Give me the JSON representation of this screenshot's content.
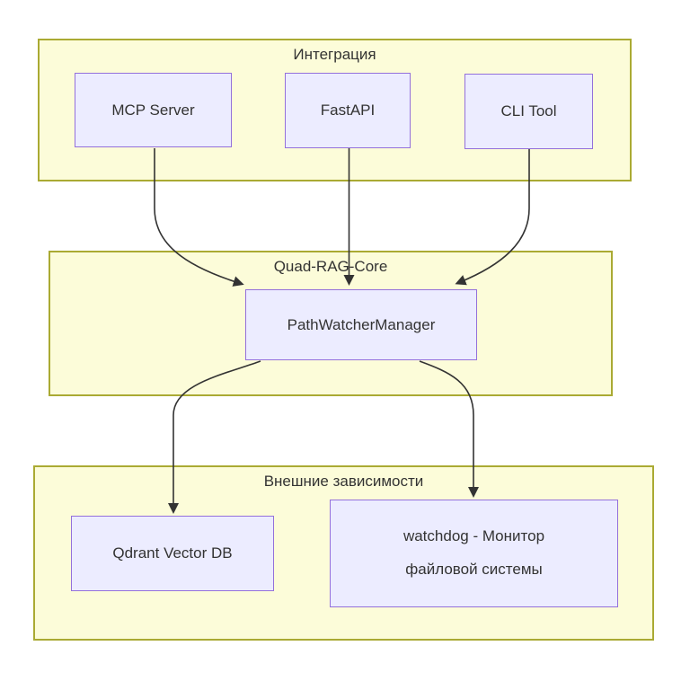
{
  "diagram": {
    "type": "flowchart",
    "direction": "top-down",
    "background": "#ffffff",
    "colors": {
      "cluster_fill": "#fcfcd9",
      "cluster_border": "#aaaa33",
      "node_fill": "#ececff",
      "node_border": "#9370db",
      "edge_color": "#333333",
      "text_color": "#333333"
    },
    "clusters": {
      "integration": {
        "label": "Интеграция"
      },
      "core": {
        "label": "Quad-RAG-Core"
      },
      "external": {
        "label": "Внешние зависимости"
      }
    },
    "nodes": {
      "mcp_server": {
        "label": "MCP Server",
        "cluster": "Интеграция"
      },
      "fastapi": {
        "label": "FastAPI",
        "cluster": "Интеграция"
      },
      "cli_tool": {
        "label": "CLI Tool",
        "cluster": "Интеграция"
      },
      "path_watcher_manager": {
        "label": "PathWatcherManager",
        "cluster": "Quad-RAG-Core"
      },
      "qdrant_vector_db": {
        "label": "Qdrant Vector DB",
        "cluster": "Внешние зависимости"
      },
      "watchdog": {
        "label": "watchdog - Монитор файловой системы",
        "cluster": "Внешние зависимости"
      }
    },
    "edges": [
      {
        "from": "MCP Server",
        "to": "PathWatcherManager"
      },
      {
        "from": "FastAPI",
        "to": "PathWatcherManager"
      },
      {
        "from": "CLI Tool",
        "to": "PathWatcherManager"
      },
      {
        "from": "PathWatcherManager",
        "to": "Qdrant Vector DB"
      },
      {
        "from": "PathWatcherManager",
        "to": "watchdog - Монитор файловой системы"
      }
    ]
  }
}
